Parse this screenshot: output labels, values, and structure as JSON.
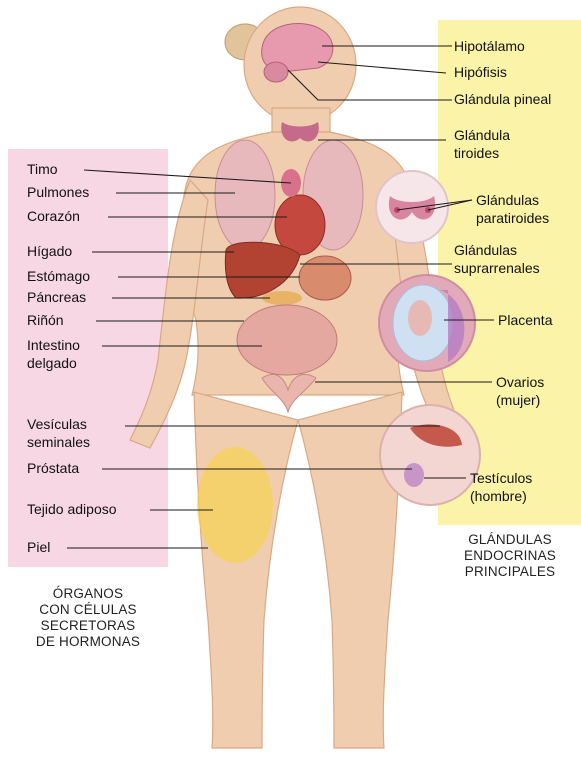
{
  "left_panel": {
    "labels": {
      "timo": "Timo",
      "pulmones": "Pulmones",
      "corazon": "Corazón",
      "higado": "Hígado",
      "estomago": "Estómago",
      "pancreas": "Páncreas",
      "rinon": "Riñón",
      "intestino_1": "Intestino",
      "intestino_2": "delgado",
      "vesiculas_1": "Vesículas",
      "vesiculas_2": "seminales",
      "prostata": "Próstata",
      "tejido": "Tejido adiposo",
      "piel": "Piel"
    },
    "caption": [
      "ÓRGANOS",
      "CON CÉLULAS",
      "SECRETORAS",
      "DE HORMONAS"
    ]
  },
  "right_panel": {
    "labels": {
      "hipotalamo": "Hipotálamo",
      "hipofisis": "Hipófisis",
      "pineal": "Glándula pineal",
      "tiroides_1": "Glándula",
      "tiroides_2": "tiroides",
      "paratiroides_1": "Glándulas",
      "paratiroides_2": "paratiroides",
      "suprarrenales_1": "Glándulas",
      "suprarrenales_2": "suprarrenales",
      "placenta": "Placenta",
      "ovarios_1": "Ovarios",
      "ovarios_2": "(mujer)",
      "testiculos_1": "Testículos",
      "testiculos_2": "(hombre)"
    },
    "caption": [
      "GLÁNDULAS",
      "ENDOCRINAS",
      "PRINCIPALES"
    ]
  },
  "colors": {
    "left_panel_bg": "#f7d7e4",
    "right_panel_bg": "#fbf3a8",
    "skin": "#f1cdb0",
    "leader_line": "#1a1a1a"
  }
}
